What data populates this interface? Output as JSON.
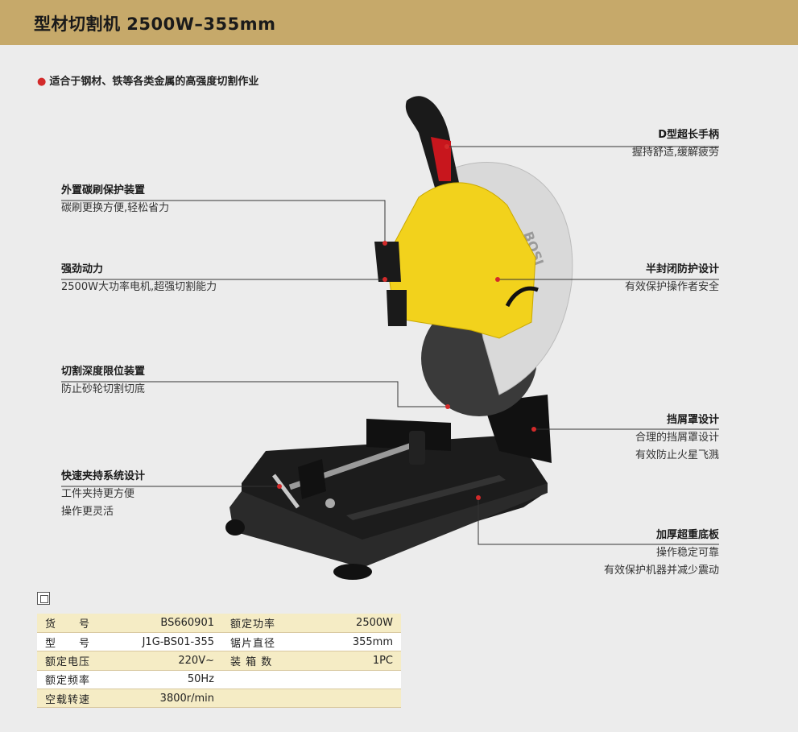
{
  "header": {
    "title": "型材切割机 2500W–355mm"
  },
  "tagline": "适合于钢材、铁等各类金属的高强度切割作业",
  "features": {
    "handle": {
      "title": "D型超长手柄",
      "desc": "握持舒适,缓解疲劳"
    },
    "brush": {
      "title": "外置碳刷保护装置",
      "desc": "碳刷更换方便,轻松省力"
    },
    "power": {
      "title": "强劲动力",
      "desc": "2500W大功率电机,超强切割能力"
    },
    "guard": {
      "title": "半封闭防护设计",
      "desc": "有效保护操作者安全"
    },
    "depth": {
      "title": "切割深度限位装置",
      "desc": "防止砂轮切割切底"
    },
    "shield": {
      "title": "挡屑罩设计",
      "desc": "合理的挡屑罩设计\n有效防止火星飞溅"
    },
    "clamp": {
      "title": "快速夹持系统设计",
      "desc": "工件夹持更方便\n操作更灵活"
    },
    "base": {
      "title": "加厚超重底板",
      "desc": "操作稳定可靠\n有效保护机器并减少震动"
    }
  },
  "product_image": {
    "brand_text": "BOSI"
  },
  "specs": [
    [
      "货　　号",
      "BS660901",
      "额定功率",
      "2500W"
    ],
    [
      "型　　号",
      "J1G-BS01-355",
      "锯片直径",
      "355mm"
    ],
    [
      "额定电压",
      "220V~",
      "装 箱 数",
      "1PC"
    ],
    [
      "额定频率",
      "50Hz",
      "",
      ""
    ],
    [
      "空载转速",
      "3800r/min",
      "",
      ""
    ]
  ],
  "colors": {
    "header": "#c6a96a",
    "accent": "#d32a2a",
    "yellow": "#f2d21c"
  }
}
